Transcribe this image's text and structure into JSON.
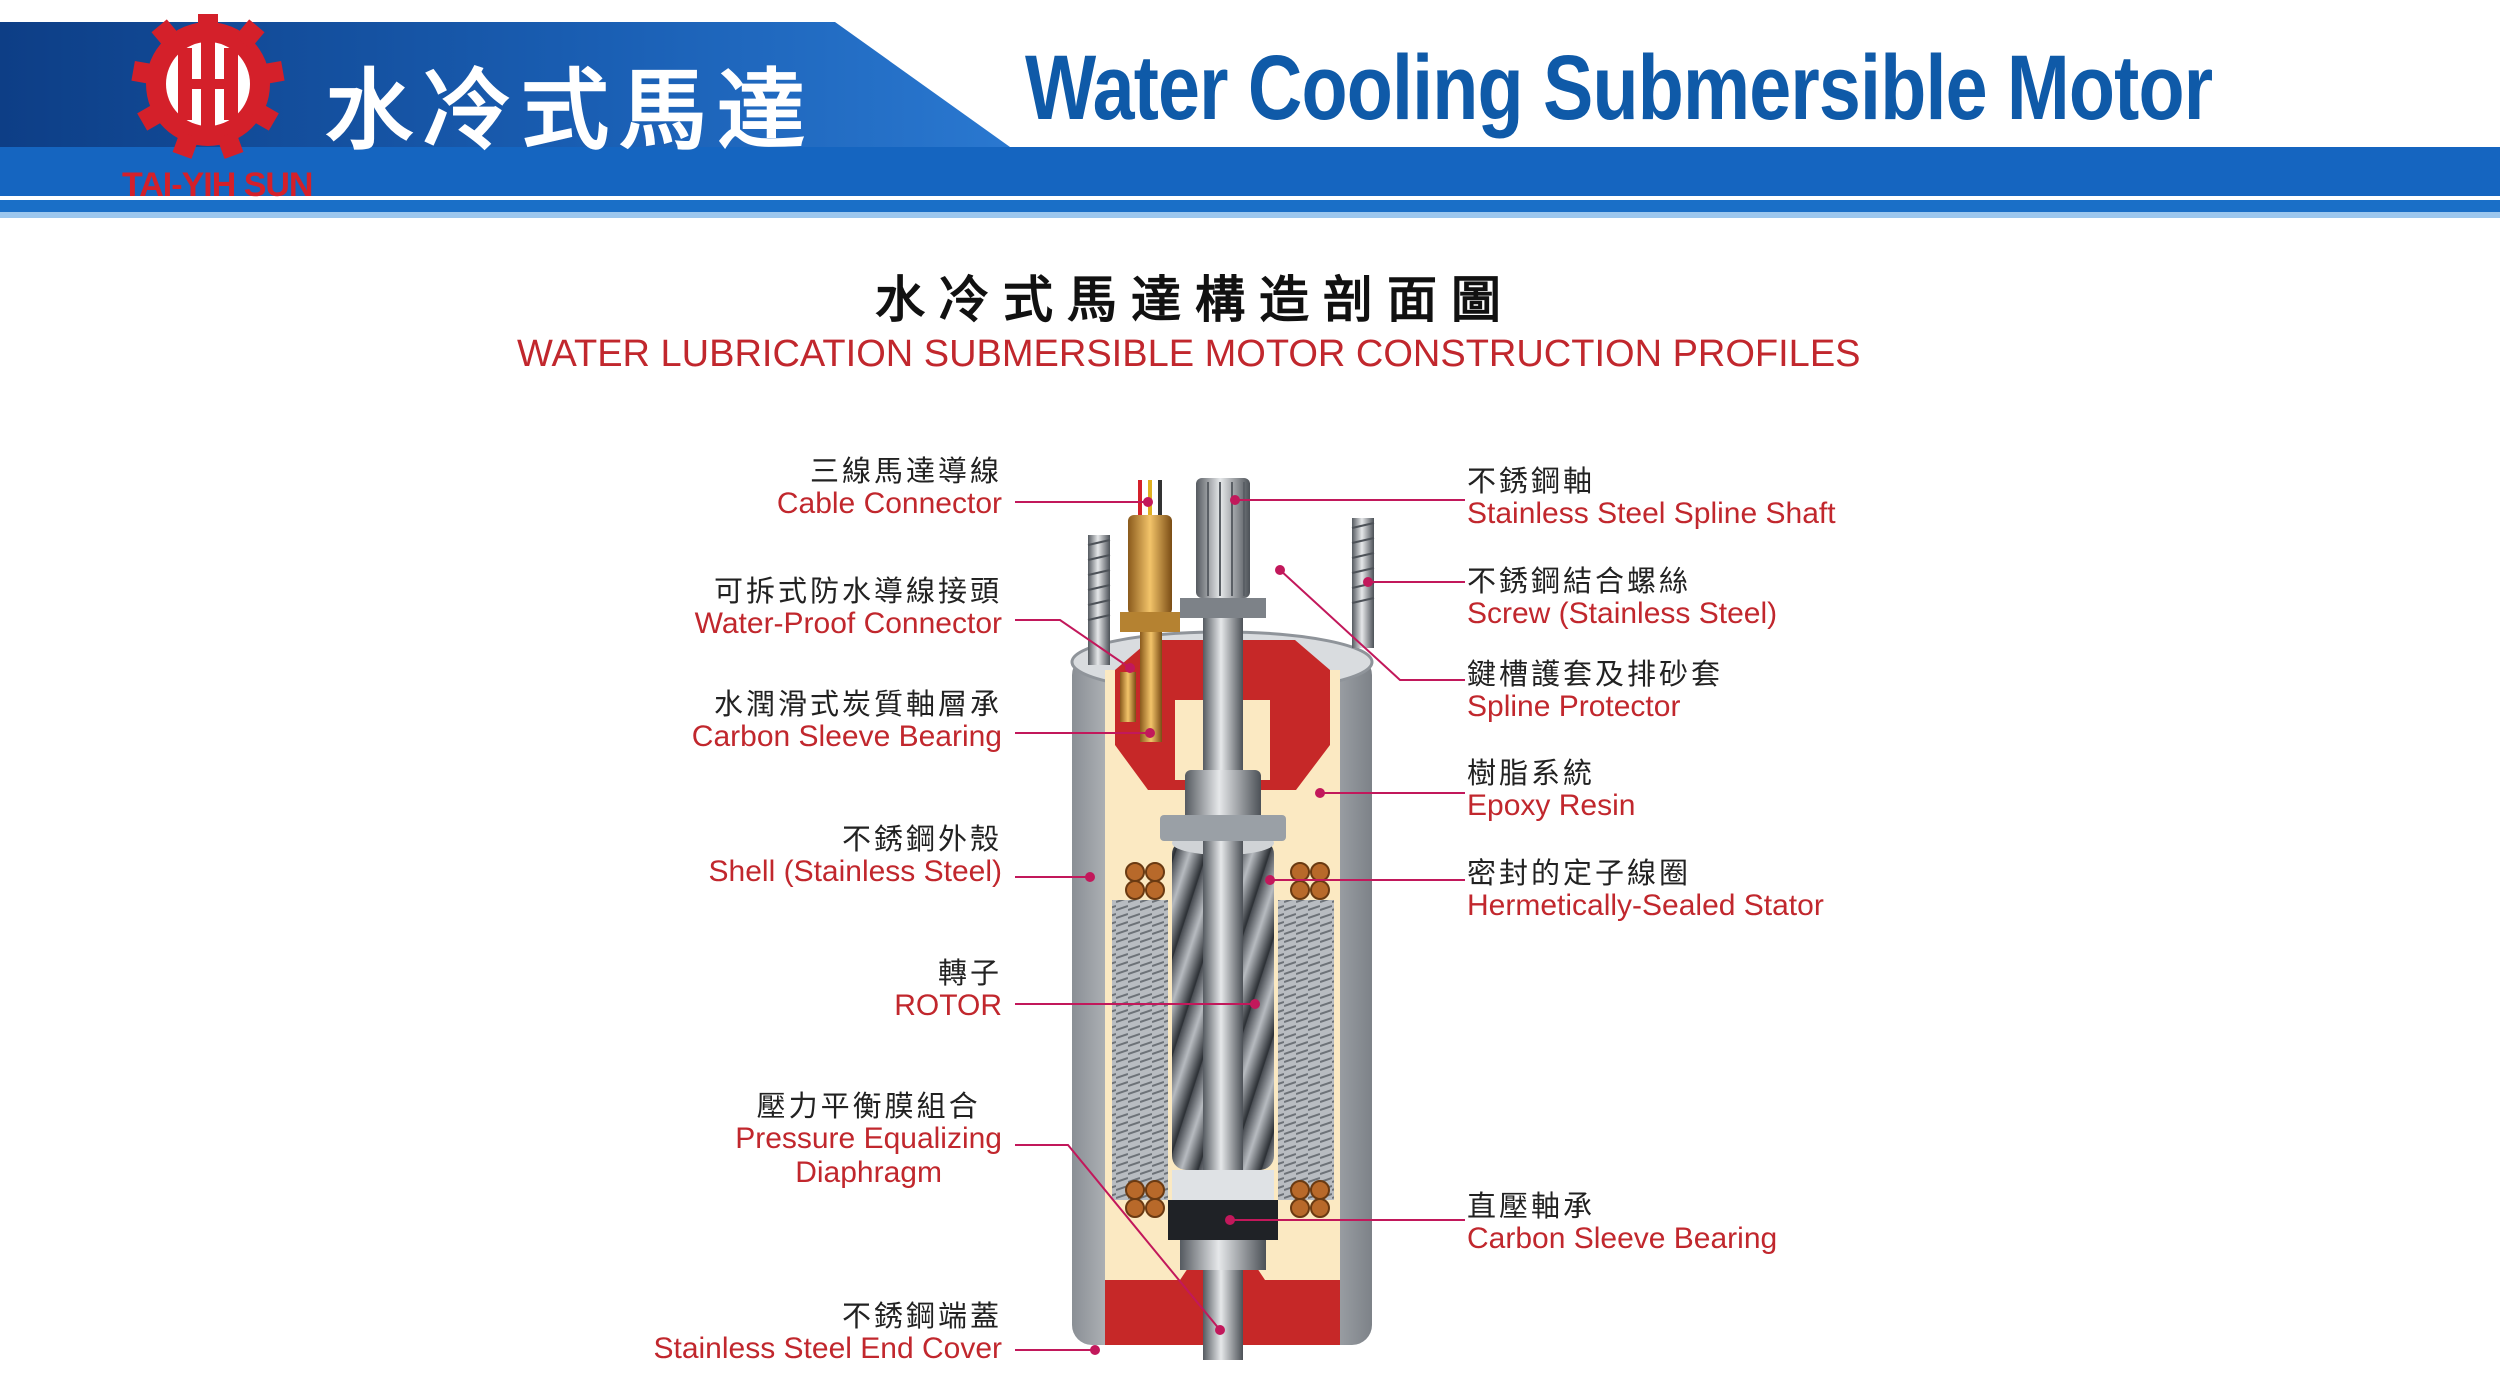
{
  "header": {
    "title_cn": "水冷式馬達",
    "title_en": "Water Cooling Submersible Motor",
    "brand": "TAI-YIH SUN"
  },
  "diagram": {
    "title_cn": "水冷式馬達構造剖面圖",
    "title_en": "WATER LUBRICATION SUBMERSIBLE MOTOR CONSTRUCTION PROFILES"
  },
  "labels": {
    "left": [
      {
        "cn": "三線馬達導線",
        "en": "Cable Connector"
      },
      {
        "cn": "可拆式防水導線接頭",
        "en": "Water-Proof Connector"
      },
      {
        "cn": "水潤滑式炭質軸層承",
        "en": "Carbon Sleeve Bearing"
      },
      {
        "cn": "不銹鋼外殼",
        "en": "Shell (Stainless Steel)"
      },
      {
        "cn": "轉子",
        "en": "ROTOR"
      },
      {
        "cn": "壓力平衡膜組合",
        "en": "Pressure Equalizing",
        "en2": "Diaphragm"
      },
      {
        "cn": "不銹鋼端蓋",
        "en": "Stainless Steel End Cover"
      }
    ],
    "right": [
      {
        "cn": "不銹鋼軸",
        "en": "Stainless Steel Spline Shaft"
      },
      {
        "cn": "不銹鋼結合螺絲",
        "en": "Screw (Stainless Steel)"
      },
      {
        "cn": "鍵槽護套及排砂套",
        "en": "Spline Protector"
      },
      {
        "cn": "樹脂系統",
        "en": "Epoxy  Resin"
      },
      {
        "cn": "密封的定子線圈",
        "en": "Hermetically-Sealed Stator"
      },
      {
        "cn": "直壓軸承",
        "en": "Carbon Sleeve Bearing"
      }
    ]
  },
  "colors": {
    "header_blue": "#0f5aa8",
    "label_red": "#c1272d",
    "leader_magenta": "#c2185b",
    "motor_red": "#c62828",
    "resin_cream": "#fbe9c2"
  }
}
